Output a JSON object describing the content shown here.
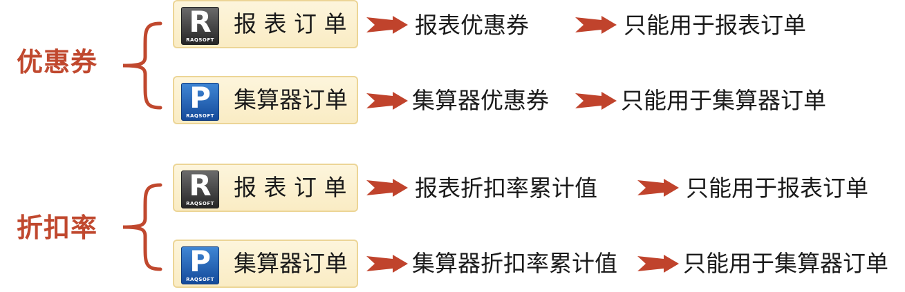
{
  "colors": {
    "accent": "#c0482e",
    "box_fill": "#fbf0cf",
    "box_border": "#ecd596",
    "arrow": "#c0432c"
  },
  "groups": [
    {
      "label": "优惠券",
      "rows": [
        {
          "icon": "raqsoft-r-logo-icon",
          "icon_letter": "R",
          "icon_brand": "RAQSOFT",
          "box": "报 表 订 单",
          "step1": "报表优惠券",
          "step2": "只能用于报表订单"
        },
        {
          "icon": "raqsoft-p-logo-icon",
          "icon_letter": "P",
          "icon_brand": "RAQSOFT",
          "box": "集算器订单",
          "step1": "集算器优惠券",
          "step2": "只能用于集算器订单"
        }
      ]
    },
    {
      "label": "折扣率",
      "rows": [
        {
          "icon": "raqsoft-r-logo-icon",
          "icon_letter": "R",
          "icon_brand": "RAQSOFT",
          "box": "报 表 订 单",
          "step1": "报表折扣率累计值",
          "step2": "只能用于报表订单"
        },
        {
          "icon": "raqsoft-p-logo-icon",
          "icon_letter": "P",
          "icon_brand": "RAQSOFT",
          "box": "集算器订单",
          "step1": "集算器折扣率累计值",
          "step2": "只能用于集算器订单"
        }
      ]
    }
  ]
}
